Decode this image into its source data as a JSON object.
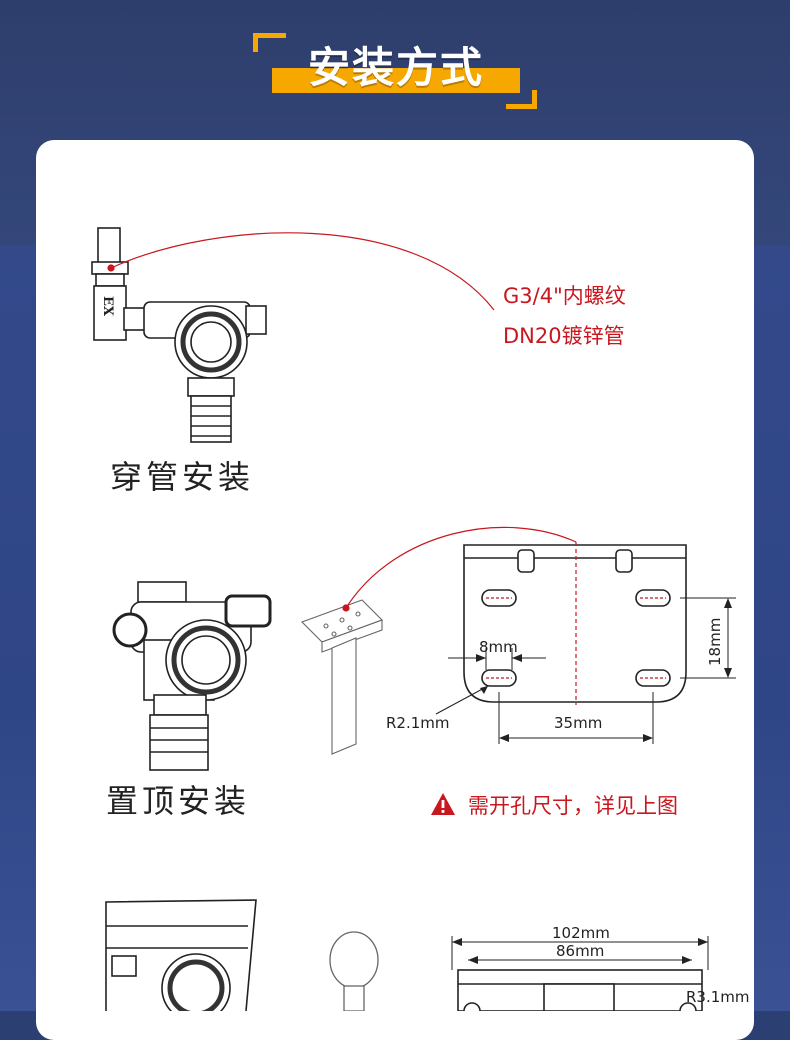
{
  "header": {
    "title": "安装方式"
  },
  "pipe_install": {
    "note_line1": "G3/4\"内螺纹",
    "note_line2": "DN20镀锌管",
    "caption": "穿管安装",
    "device_badge": "EX"
  },
  "ceiling_install": {
    "caption": "置顶安装",
    "dim_slot_width": "8mm",
    "dim_radius": "R2.1mm",
    "dim_hole_spacing": "35mm",
    "dim_vertical": "18mm"
  },
  "warning": {
    "text": "需开孔尺寸，详见上图"
  },
  "wall_install": {
    "dim_outer": "102mm",
    "dim_inner": "86mm",
    "dim_radius": "R3.1mm"
  },
  "colors": {
    "accent": "#f6a700",
    "note_red": "#c8171e",
    "background": "#2c3f72"
  },
  "icons": [
    "warning-triangle-icon"
  ]
}
